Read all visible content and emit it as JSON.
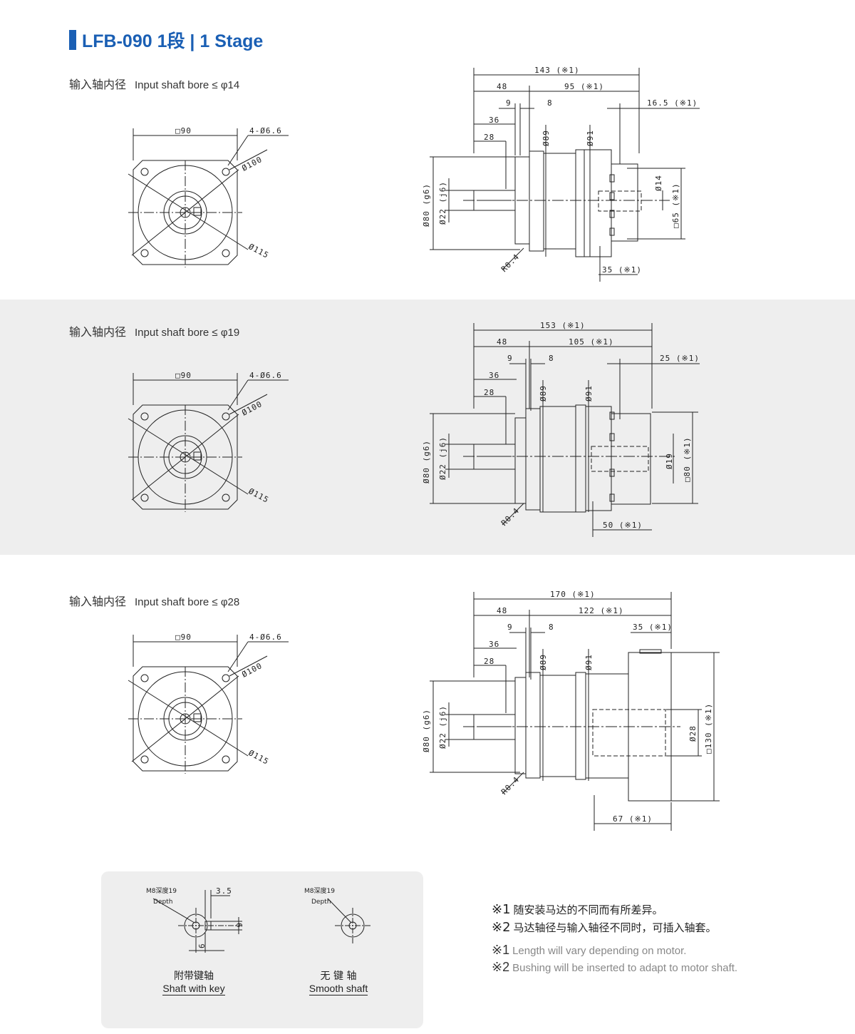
{
  "header": {
    "title": "LFB-090  1段  | 1 Stage",
    "accent": "#1a5fb4"
  },
  "sections": [
    {
      "bore_label_cn": "输入轴内径",
      "bore_label_en": "Input shaft bore  ≤ φ14",
      "front": {
        "square": "□90",
        "holes": "4-Ø6.6",
        "pcd": "Ø100",
        "diag": "Ø115"
      },
      "side": {
        "total": "143 (※1)",
        "d48": "48",
        "d95": "95 (※1)",
        "d9": "9",
        "d8": "8",
        "d36": "36",
        "d28": "28",
        "d_flange": "16.5 (※1)",
        "dia89": "Ø89",
        "dia91": "Ø91",
        "dia80": "Ø80 (g6)",
        "dia22": "Ø22 (j6)",
        "bore": "Ø14",
        "motor": "□65 (※1)",
        "radius": "R0.4",
        "bottom": "35 (※1)"
      }
    },
    {
      "bore_label_cn": "输入轴内径",
      "bore_label_en": "Input shaft bore  ≤ φ19",
      "front": {
        "square": "□90",
        "holes": "4-Ø6.6",
        "pcd": "Ø100",
        "diag": "Ø115"
      },
      "side": {
        "total": "153 (※1)",
        "d48": "48",
        "d95": "105 (※1)",
        "d9": "9",
        "d8": "8",
        "d36": "36",
        "d28": "28",
        "d_flange": "25 (※1)",
        "dia89": "Ø89",
        "dia91": "Ø91",
        "dia80": "Ø80 (g6)",
        "dia22": "Ø22 (j6)",
        "bore": "Ø19",
        "motor": "□80 (※1)",
        "radius": "R0.4",
        "bottom": "50 (※1)"
      }
    },
    {
      "bore_label_cn": "输入轴内径",
      "bore_label_en": "Input shaft bore  ≤ φ28",
      "front": {
        "square": "□90",
        "holes": "4-Ø6.6",
        "pcd": "Ø100",
        "diag": "Ø115"
      },
      "side": {
        "total": "170 (※1)",
        "d48": "48",
        "d95": "122 (※1)",
        "d9": "9",
        "d8": "8",
        "d36": "36",
        "d28": "28",
        "d_flange": "35 (※1)",
        "dia89": "Ø89",
        "dia91": "Ø91",
        "dia80": "Ø80 (g6)",
        "dia22": "Ø22 (j6)",
        "bore": "Ø28",
        "motor": "□130 (※1)",
        "radius": "R0.4",
        "bottom": "67 (※1)"
      }
    }
  ],
  "shaft_options": {
    "keyed": {
      "tap": "M8深度19",
      "tap_en": "Depth",
      "w": "3.5",
      "h": "6",
      "b": "6",
      "label_cn": "附带键轴",
      "label_en": "Shaft with key"
    },
    "smooth": {
      "tap": "M8深度19",
      "tap_en": "Depth",
      "label_cn": "无 键 轴",
      "label_en": "Smooth shaft"
    }
  },
  "notes": {
    "cn1_mark": "※1",
    "cn1": "随安装马达的不同而有所差异。",
    "cn2_mark": "※2",
    "cn2": "马达轴径与输入轴径不同时，可插入轴套。",
    "en1_mark": "※1",
    "en1": "Length will vary depending on motor.",
    "en2_mark": "※2",
    "en2": "Bushing will be inserted to adapt to motor shaft."
  }
}
